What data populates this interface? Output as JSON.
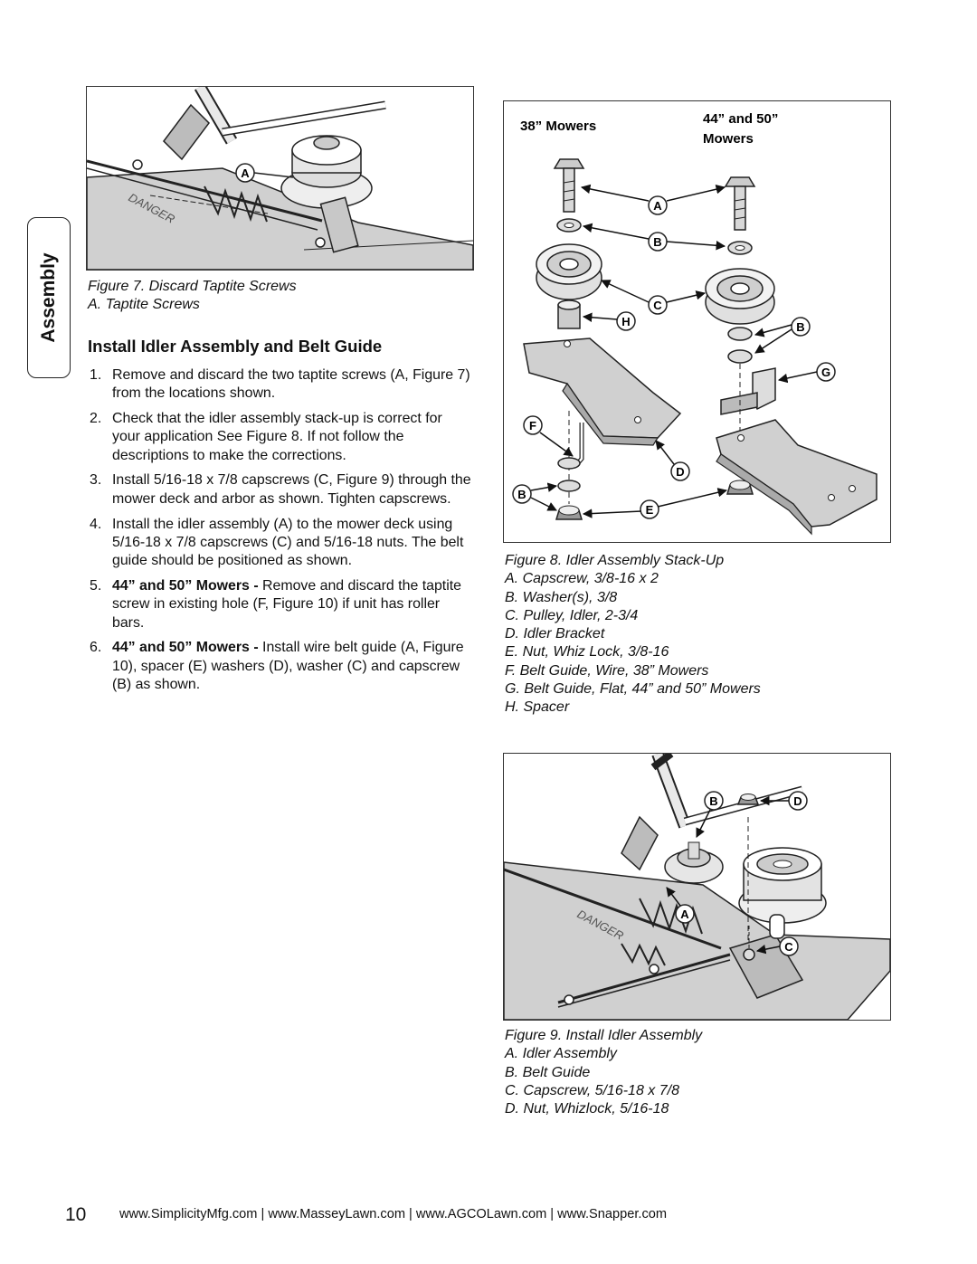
{
  "side_tab": {
    "label": "Assembly"
  },
  "figure7": {
    "callout_a": "A",
    "danger_text": "DANGER",
    "caption_title": "Figure 7.  Discard Taptite Screws",
    "caption_items": [
      "A.  Taptite Screws"
    ]
  },
  "section": {
    "title": "Install Idler Assembly and Belt Guide"
  },
  "steps": [
    {
      "num": "1.",
      "bold": "",
      "text": "Remove and discard the two taptite screws (A, Figure 7) from the locations shown."
    },
    {
      "num": "2.",
      "bold": "",
      "text": "Check that the idler assembly stack-up is correct for your application See Figure 8.  If not follow the descriptions to make the corrections."
    },
    {
      "num": "3.",
      "bold": "",
      "text": "Install 5/16-18 x 7/8 capscrews (C, Figure 9) through the mower deck and arbor as shown. Tighten capscrews."
    },
    {
      "num": "4.",
      "bold": "",
      "text": "Install the idler assembly (A) to the mower deck using 5/16-18 x 7/8 capscrews (C) and 5/16-18 nuts.  The belt guide should be positioned as shown."
    },
    {
      "num": "5.",
      "bold": "44” and 50” Mowers - ",
      "text": "Remove and discard the taptite screw in existing hole (F, Figure 10) if unit has roller bars."
    },
    {
      "num": "6.",
      "bold": "44” and 50” Mowers - ",
      "text": "Install wire belt guide (A, Figure 10), spacer (E) washers (D), washer (C) and capscrew (B) as shown."
    }
  ],
  "figure8": {
    "label_38": "38” Mowers",
    "label_44_line1": "44” and 50”",
    "label_44_line2": "Mowers",
    "callouts": {
      "a": "A",
      "b1": "B",
      "b2": "B",
      "b3": "B",
      "c": "C",
      "d": "D",
      "e": "E",
      "f": "F",
      "g": "G",
      "h": "H"
    },
    "caption_title": "Figure 8.  Idler Assembly Stack-Up",
    "caption_items": [
      "A.  Capscrew, 3/8-16 x 2",
      "B.  Washer(s), 3/8",
      "C.  Pulley, Idler, 2-3/4",
      "D.  Idler Bracket",
      "E.  Nut, Whiz Lock, 3/8-16",
      "F.  Belt Guide, Wire, 38” Mowers",
      "G.  Belt Guide, Flat, 44” and 50” Mowers",
      "H.  Spacer"
    ]
  },
  "figure9": {
    "callouts": {
      "a": "A",
      "b": "B",
      "c": "C",
      "d": "D"
    },
    "danger_text": "DANGER",
    "caption_title": "Figure 9.  Install Idler Assembly",
    "caption_items": [
      "A.  Idler Assembly",
      "B.  Belt Guide",
      "C.  Capscrew, 5/16-18 x 7/8",
      "D.  Nut, Whizlock, 5/16-18"
    ]
  },
  "footer": {
    "page_number": "10",
    "links": "www.SimplicityMfg.com | www.MasseyLawn.com | www.AGCOLawn.com | www.Snapper.com"
  }
}
